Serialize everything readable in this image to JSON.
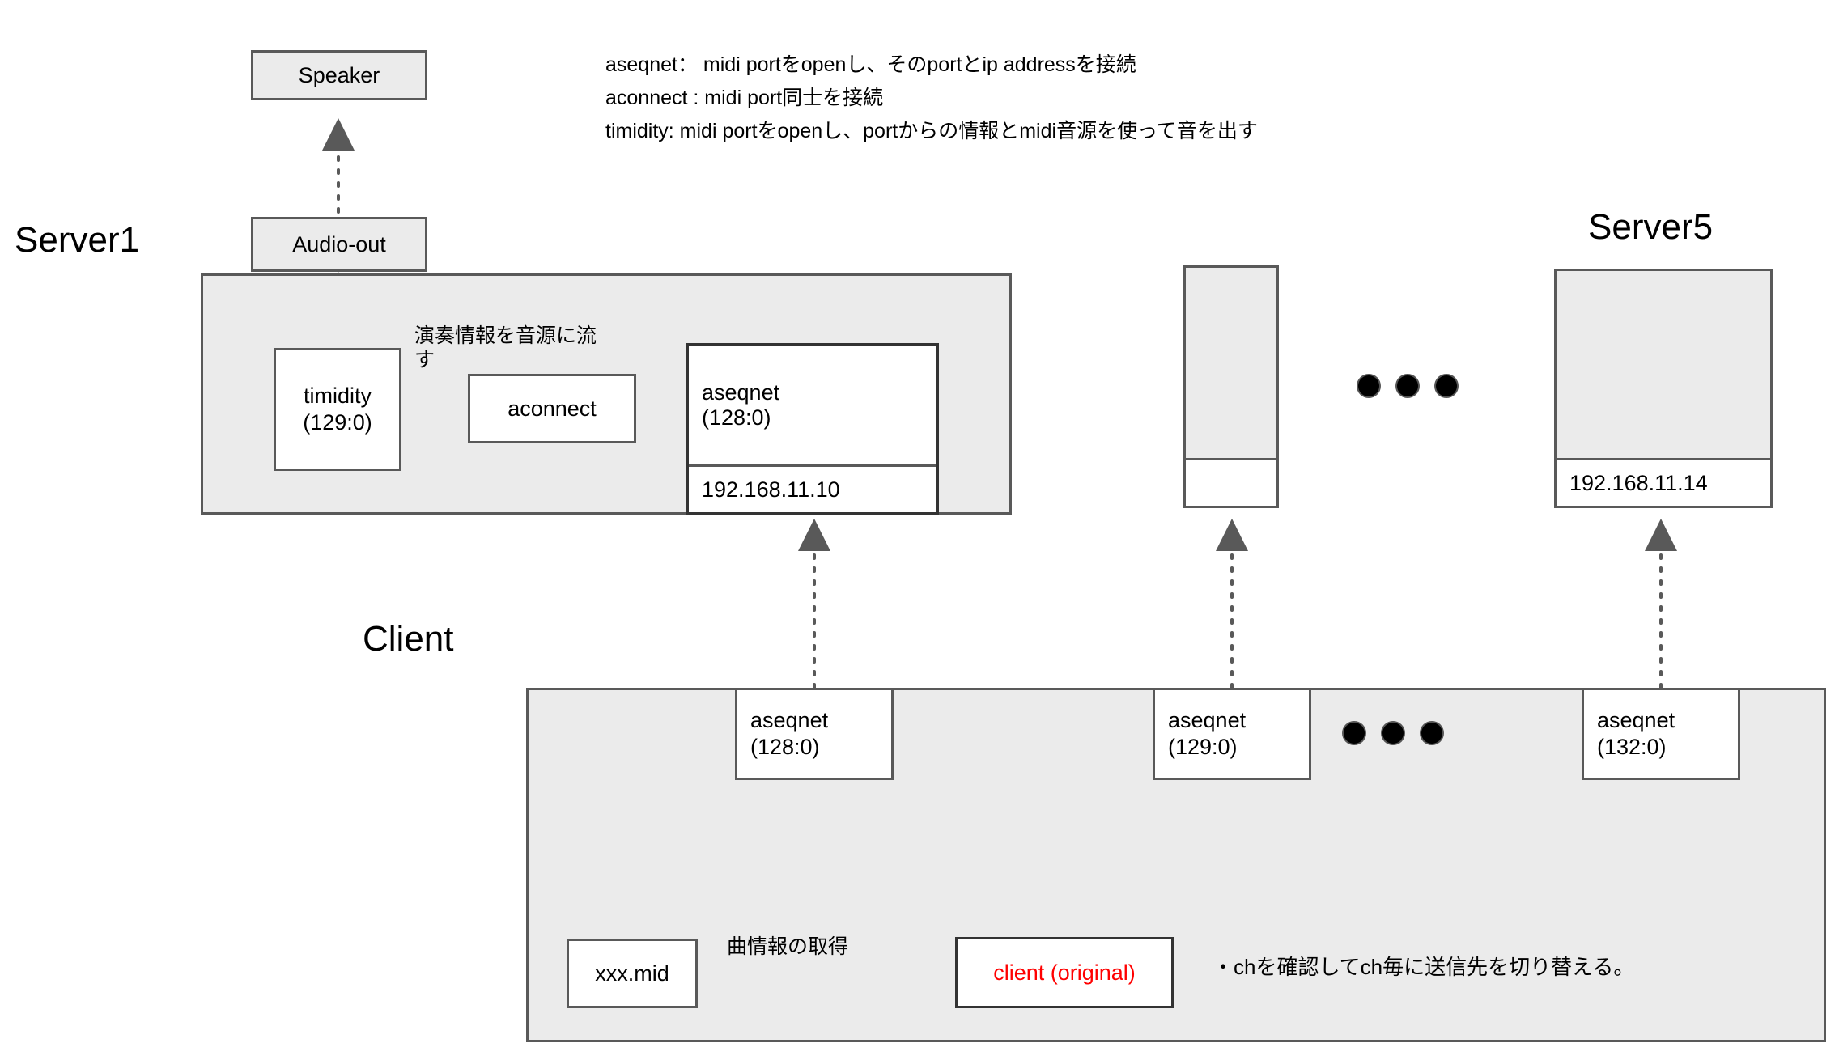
{
  "diagram": {
    "title_labels": {
      "server1": "Server1",
      "server5": "Server5",
      "client": "Client"
    },
    "legend": {
      "line1": "aseqnet： midi portをopenし、そのportとip addressを接続",
      "line2": "aconnect : midi port同士を接続",
      "line3": "timidity: midi portをopenし、portからの情報とmidi音源を使って音を出す"
    },
    "server1": {
      "speaker": "Speaker",
      "audio_out": "Audio-out",
      "timidity": "timidity\n(129:0)",
      "aconnect": "aconnect",
      "aseqnet_label": "aseqnet\n(128:0)",
      "ip": "192.168.11.10",
      "flow_note": "演奏情報を音源に流\nす"
    },
    "server_middle": {
      "ip": ""
    },
    "server5": {
      "ip": "192.168.11.14"
    },
    "client": {
      "aseqnet_1": "aseqnet\n(128:0)",
      "aseqnet_2": "aseqnet\n(129:0)",
      "aseqnet_3": "aseqnet\n(132:0)",
      "midi_file": "xxx.mid",
      "client_app": "client (original)",
      "fetch_note": "曲情報の取得",
      "ch_note": "・chを確認してch毎に送信先を切り替える。"
    },
    "colors": {
      "box_fill_grey": "#ebebeb",
      "box_fill_white": "#ffffff",
      "border_grey": "#595959",
      "accent_red": "#ff0000",
      "dot_black": "#000000"
    }
  }
}
